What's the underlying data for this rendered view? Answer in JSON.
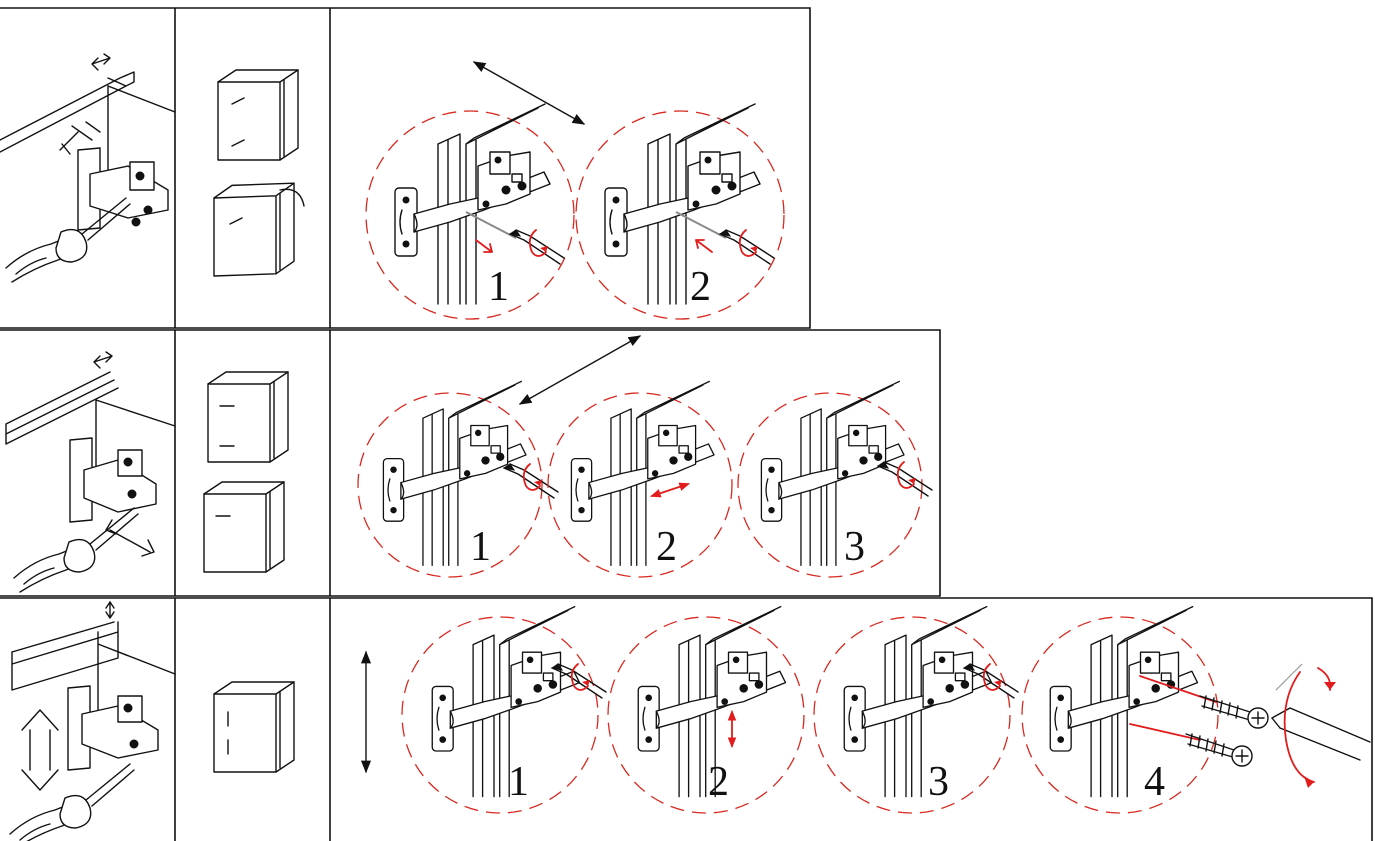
{
  "colors": {
    "line": "#111111",
    "accent_red": "#e21c1c",
    "dashed_circle": "#d8281f",
    "background": "#ffffff"
  },
  "rows": [
    {
      "id": "depth-adjustment",
      "arrow": "double-arrow-diagonal-icon",
      "steps": [
        "1",
        "2"
      ]
    },
    {
      "id": "side-adjustment",
      "arrow": "double-arrow-diagonal-icon",
      "steps": [
        "1",
        "2",
        "3"
      ]
    },
    {
      "id": "height-adjustment",
      "arrow": "double-arrow-vertical-icon",
      "steps": [
        "1",
        "2",
        "3",
        "4"
      ]
    }
  ]
}
